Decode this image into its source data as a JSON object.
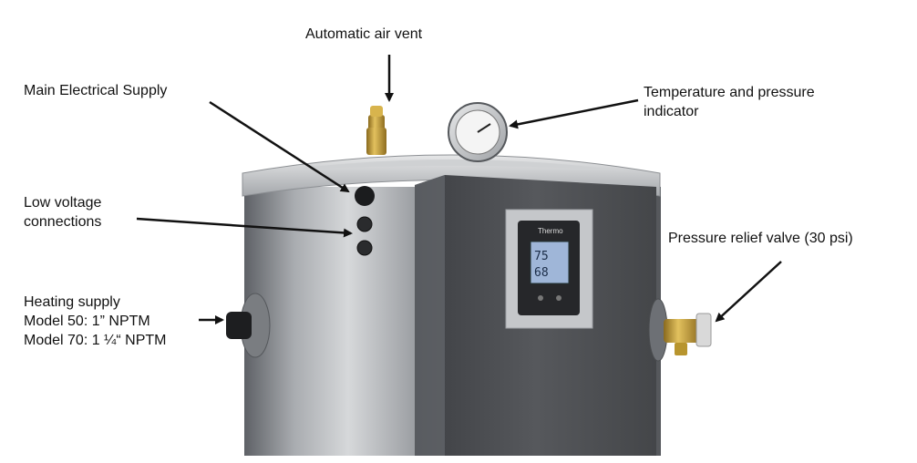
{
  "labels": {
    "air_vent": "Automatic air vent",
    "electrical": "Main Electrical Supply",
    "temp_pressure_line1": "Temperature and pressure",
    "temp_pressure_line2": "indicator",
    "low_voltage_line1": "Low voltage",
    "low_voltage_line2": "connections",
    "relief_valve": "Pressure relief valve (30 psi)",
    "heating_line1": "Heating supply",
    "heating_line2": "Model 50: 1” NPTM",
    "heating_line3": "Model 70: 1 ¼“ NPTM"
  },
  "display": {
    "brand": "Thermo",
    "reading_1": "75",
    "reading_2": "68"
  },
  "colors": {
    "tank_body": "#7c7f84",
    "front_panel": "#4a4c50",
    "brass": "#c9a642",
    "lcd": "#9fb6d8",
    "arrow": "#111111"
  }
}
